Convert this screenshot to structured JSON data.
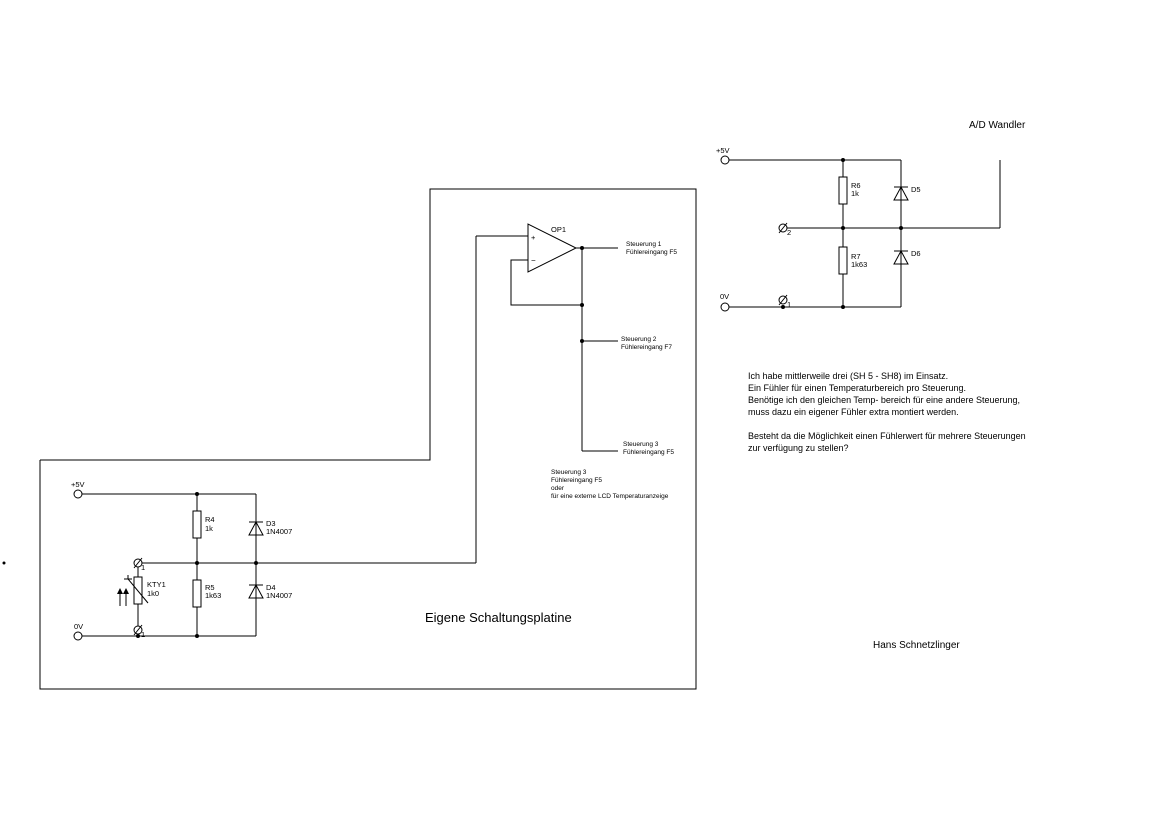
{
  "board": {
    "title": "Eigene Schaltungsplatine",
    "supply_plus": "+5V",
    "supply_zero": "0V",
    "r4": {
      "ref": "R4",
      "value": "1k"
    },
    "r5": {
      "ref": "R5",
      "value": "1k63"
    },
    "d3": {
      "ref": "D3",
      "value": "1N4007"
    },
    "d4": {
      "ref": "D4",
      "value": "1N4007"
    },
    "kty": {
      "ref": "KTY1",
      "value": "1k0"
    },
    "pin_top": "1",
    "pin_bottom": "1",
    "opamp": {
      "ref": "OP1",
      "plus": "+",
      "minus": "−"
    },
    "out1": {
      "line1": "Steuerung 1",
      "line2": "Fühlereingang F5"
    },
    "out2": {
      "line1": "Steuerung 2",
      "line2": "Fühlereingang F7"
    },
    "out3": {
      "line1": "Steuerung 3",
      "line2": "Fühlereingang F5"
    },
    "note": {
      "line1": "Steuerung 3",
      "line2": "Fühlereingang F5",
      "line3": "oder",
      "line4": "für eine externe  LCD Temperaturanzeige"
    }
  },
  "adc": {
    "title": "A/D Wandler",
    "supply_plus": "+5V",
    "supply_zero": "0V",
    "r6": {
      "ref": "R6",
      "value": "1k"
    },
    "r7": {
      "ref": "R7",
      "value": "1k63"
    },
    "d5": {
      "ref": "D5"
    },
    "d6": {
      "ref": "D6"
    },
    "pin_input": "2",
    "pin_zero": "1"
  },
  "question": {
    "lines": [
      "Ich habe mittlerweile drei (SH 5 - SH8) im Einsatz.",
      "Ein Fühler für einen Temperaturbereich pro Steuerung.",
      "Benötige ich den gleichen Temp- bereich für eine andere Steuerung,",
      "muss dazu ein eigener Fühler extra montiert werden.",
      "",
      "Besteht da die Möglichkeit einen Fühlerwert für mehrere Steuerungen",
      "zur verfügung zu stellen?"
    ]
  },
  "author": "Hans Schnetzlinger"
}
